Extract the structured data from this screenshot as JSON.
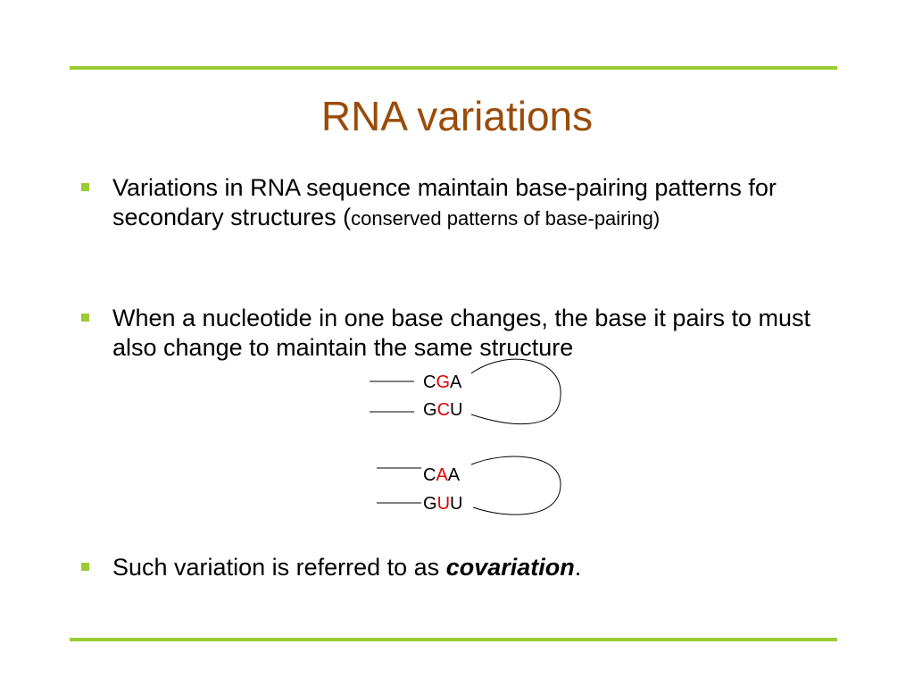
{
  "slide": {
    "title": "RNA variations",
    "bullets": [
      {
        "text_main": "Variations in RNA sequence maintain base-pairing patterns for secondary structures (",
        "text_small": "conserved patterns of base-pairing)"
      },
      {
        "text": "When a nucleotide in one base changes, the base it pairs to must also change to maintain the same structure"
      },
      {
        "text_prefix": "Such variation is referred to as ",
        "term": "covariation",
        "text_suffix": "."
      }
    ],
    "diagram": {
      "pair1": {
        "top": [
          "C",
          "G",
          "A"
        ],
        "bottom": [
          "G",
          "C",
          "U"
        ]
      },
      "pair2": {
        "top": [
          "C",
          "A",
          "A"
        ],
        "bottom": [
          "G",
          "U",
          "U"
        ]
      }
    }
  },
  "colors": {
    "accent_rule": "#99cc33",
    "title": "#994c0a",
    "highlight": "#e00000"
  }
}
